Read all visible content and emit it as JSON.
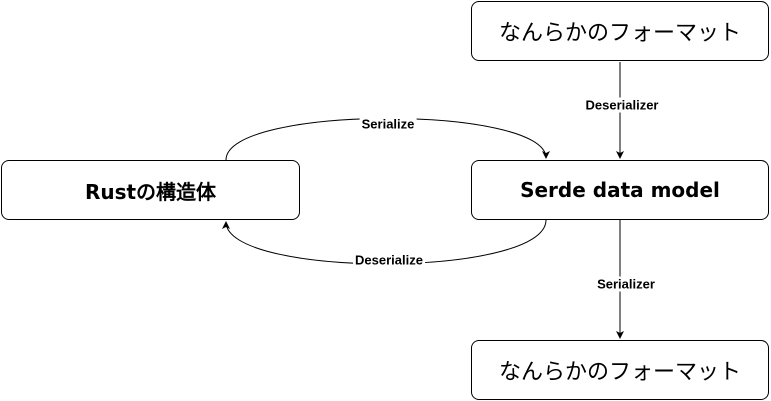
{
  "nodes": {
    "top_format": "なんらかのフォーマット",
    "rust_struct": "Rustの構造体",
    "serde_model": "Serde data model",
    "bottom_format": "なんらかのフォーマット"
  },
  "edges": {
    "deserializer": "Deserializer",
    "serialize": "Serialize",
    "deserialize": "Deserialize",
    "serializer": "Serializer"
  },
  "colors": {
    "stroke": "#000000",
    "fill": "#ffffff"
  }
}
